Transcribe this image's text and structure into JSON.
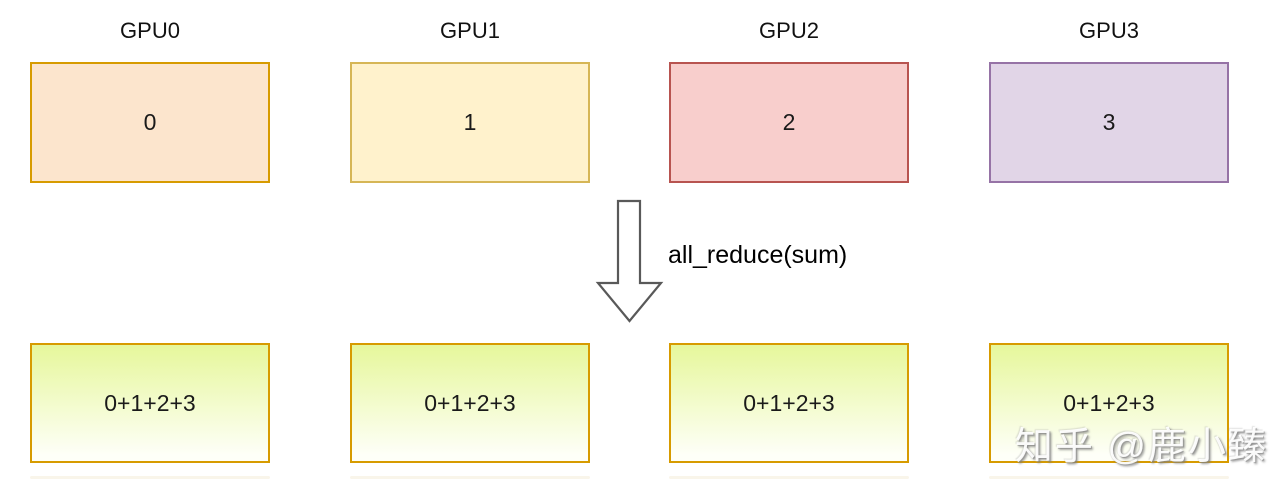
{
  "diagram": {
    "operation": {
      "label": "all_reduce(sum)"
    },
    "before": [
      {
        "gpu": "GPU0",
        "value": "0",
        "fill": "#FCE5CD",
        "border": "#D79B00"
      },
      {
        "gpu": "GPU1",
        "value": "1",
        "fill": "#FFF2CC",
        "border": "#D6B656"
      },
      {
        "gpu": "GPU2",
        "value": "2",
        "fill": "#F8CECC",
        "border": "#B85450"
      },
      {
        "gpu": "GPU3",
        "value": "3",
        "fill": "#E1D5E7",
        "border": "#9673A6"
      }
    ],
    "after": {
      "values": [
        "0+1+2+3",
        "0+1+2+3",
        "0+1+2+3",
        "0+1+2+3"
      ],
      "fill_top": "#E6F79B",
      "fill_bottom": "#FEFFF8",
      "border": "#D79B00"
    },
    "arrow": {
      "outline": "#595959",
      "fill": "#FFFFFF"
    }
  },
  "watermark": {
    "text": "知乎 @鹿小臻"
  }
}
